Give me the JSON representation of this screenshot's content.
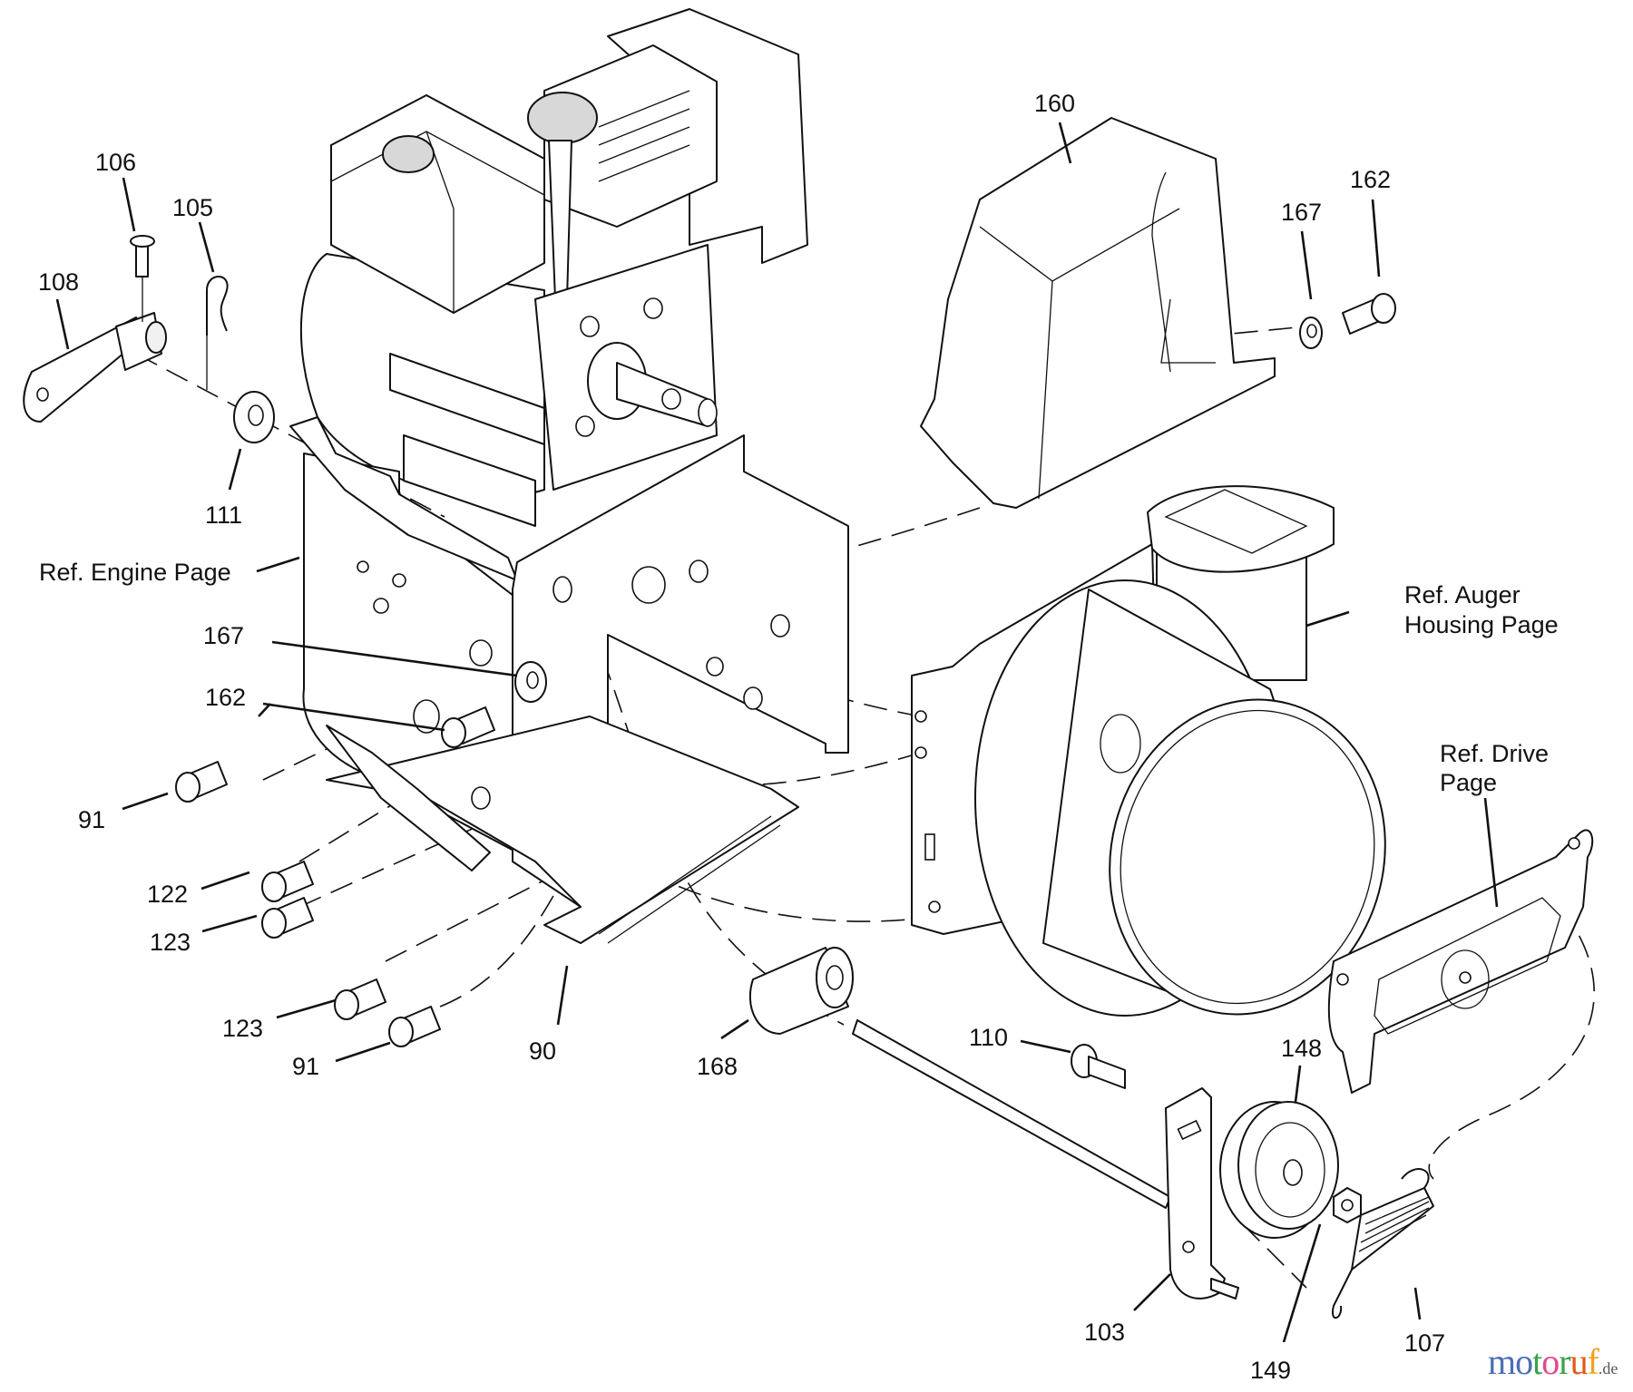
{
  "diagram": {
    "title": "Snow thrower engine / auger housing exploded parts view",
    "part_labels": {
      "p106": "106",
      "p105": "105",
      "p108": "108",
      "p111": "111",
      "p167_left": "167",
      "p162_left": "162",
      "p91_top": "91",
      "p122": "122",
      "p123_top": "123",
      "p123_bottom": "123",
      "p91_bottom": "91",
      "p90": "90",
      "p168": "168",
      "p160": "160",
      "p167_right": "167",
      "p162_right": "162",
      "p110": "110",
      "p148": "148",
      "p103": "103",
      "p149": "149",
      "p107": "107"
    },
    "references": {
      "engine": "Ref. Engine Page",
      "auger_line1": "Ref. Auger",
      "auger_line2": "Housing Page",
      "drive_line1": "Ref. Drive",
      "drive_line2": "Page"
    }
  },
  "watermark": {
    "letters": [
      "m",
      "o",
      "t",
      "o",
      "r",
      "u",
      "f"
    ],
    "colors": [
      "#4a6fb5",
      "#4a6fb5",
      "#3aa14a",
      "#e04a8a",
      "#3aa14a",
      "#e05a1a",
      "#f0a020"
    ],
    "tld": ".de"
  }
}
